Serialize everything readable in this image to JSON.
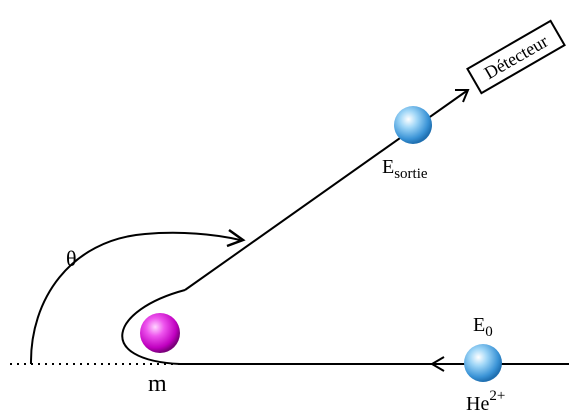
{
  "labels": {
    "detector": "Détecteur",
    "e_out_main": "E",
    "e_out_sub": "sortie",
    "e_in_main": "E",
    "e_in_sub": "0",
    "ion_main": "He",
    "ion_sup": "2+",
    "angle": "θ",
    "target_mass": "m"
  },
  "colors": {
    "alpha_particle": "#5bb4ea",
    "target_particle": "#e01fe0",
    "line": "#000000"
  }
}
